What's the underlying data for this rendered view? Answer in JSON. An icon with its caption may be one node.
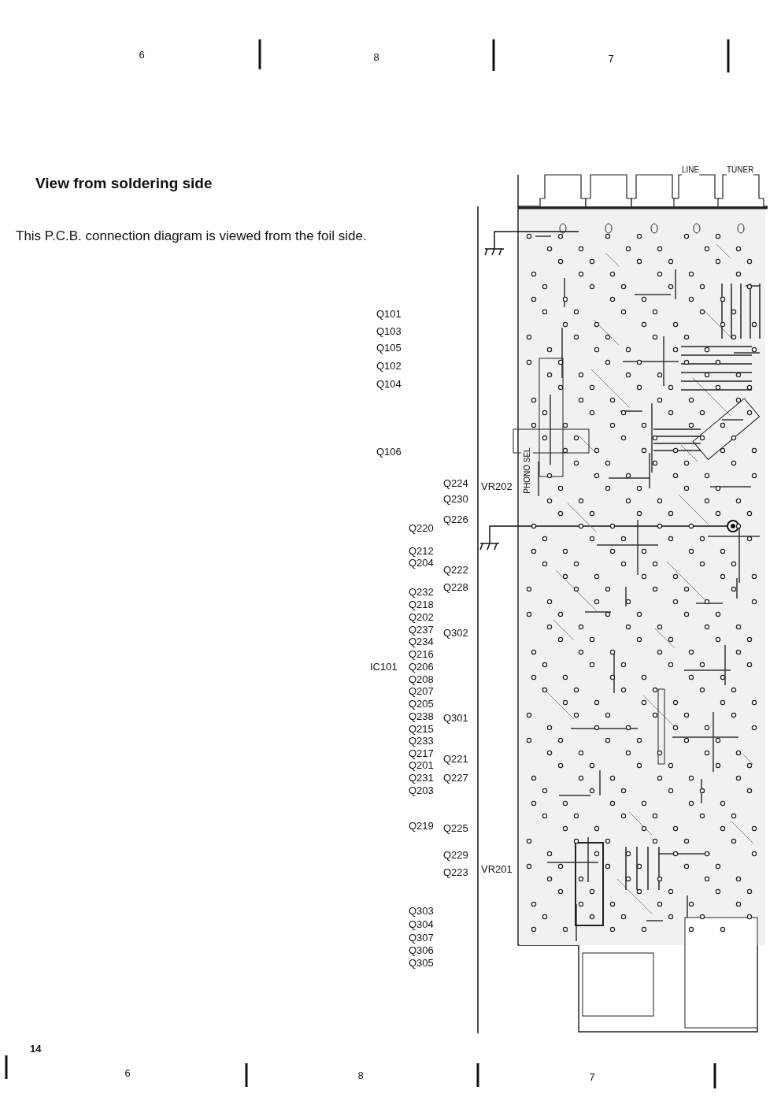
{
  "diagram": {
    "title": "View from soldering side",
    "labels": [
      "6",
      "8",
      "7",
      "This P.C.B. connection diagram is viewed from the foil side.",
      "LINE",
      "TUNER",
      "Q101",
      "Q103",
      "Q105",
      "Q102",
      "Q104",
      "Q106",
      "PHONO SEL",
      "Q224",
      "VR202",
      "Q230",
      "Q226",
      "Q220",
      "Q212",
      "Q204",
      "Q222",
      "Q228",
      "Q232",
      "Q218",
      "Q202",
      "Q237",
      "Q302",
      "Q234",
      "Q216",
      "IC101",
      "Q206",
      "Q208",
      "Q207",
      "Q205",
      "Q238",
      "Q301",
      "Q215",
      "Q233",
      "Q217",
      "Q221",
      "Q201",
      "Q231",
      "Q227",
      "Q203",
      "Q219",
      "Q225",
      "Q229",
      "Q223",
      "VR201",
      "Q303",
      "Q304",
      "Q307",
      "Q306",
      "Q305",
      "14",
      "6",
      "8",
      "7"
    ]
  }
}
